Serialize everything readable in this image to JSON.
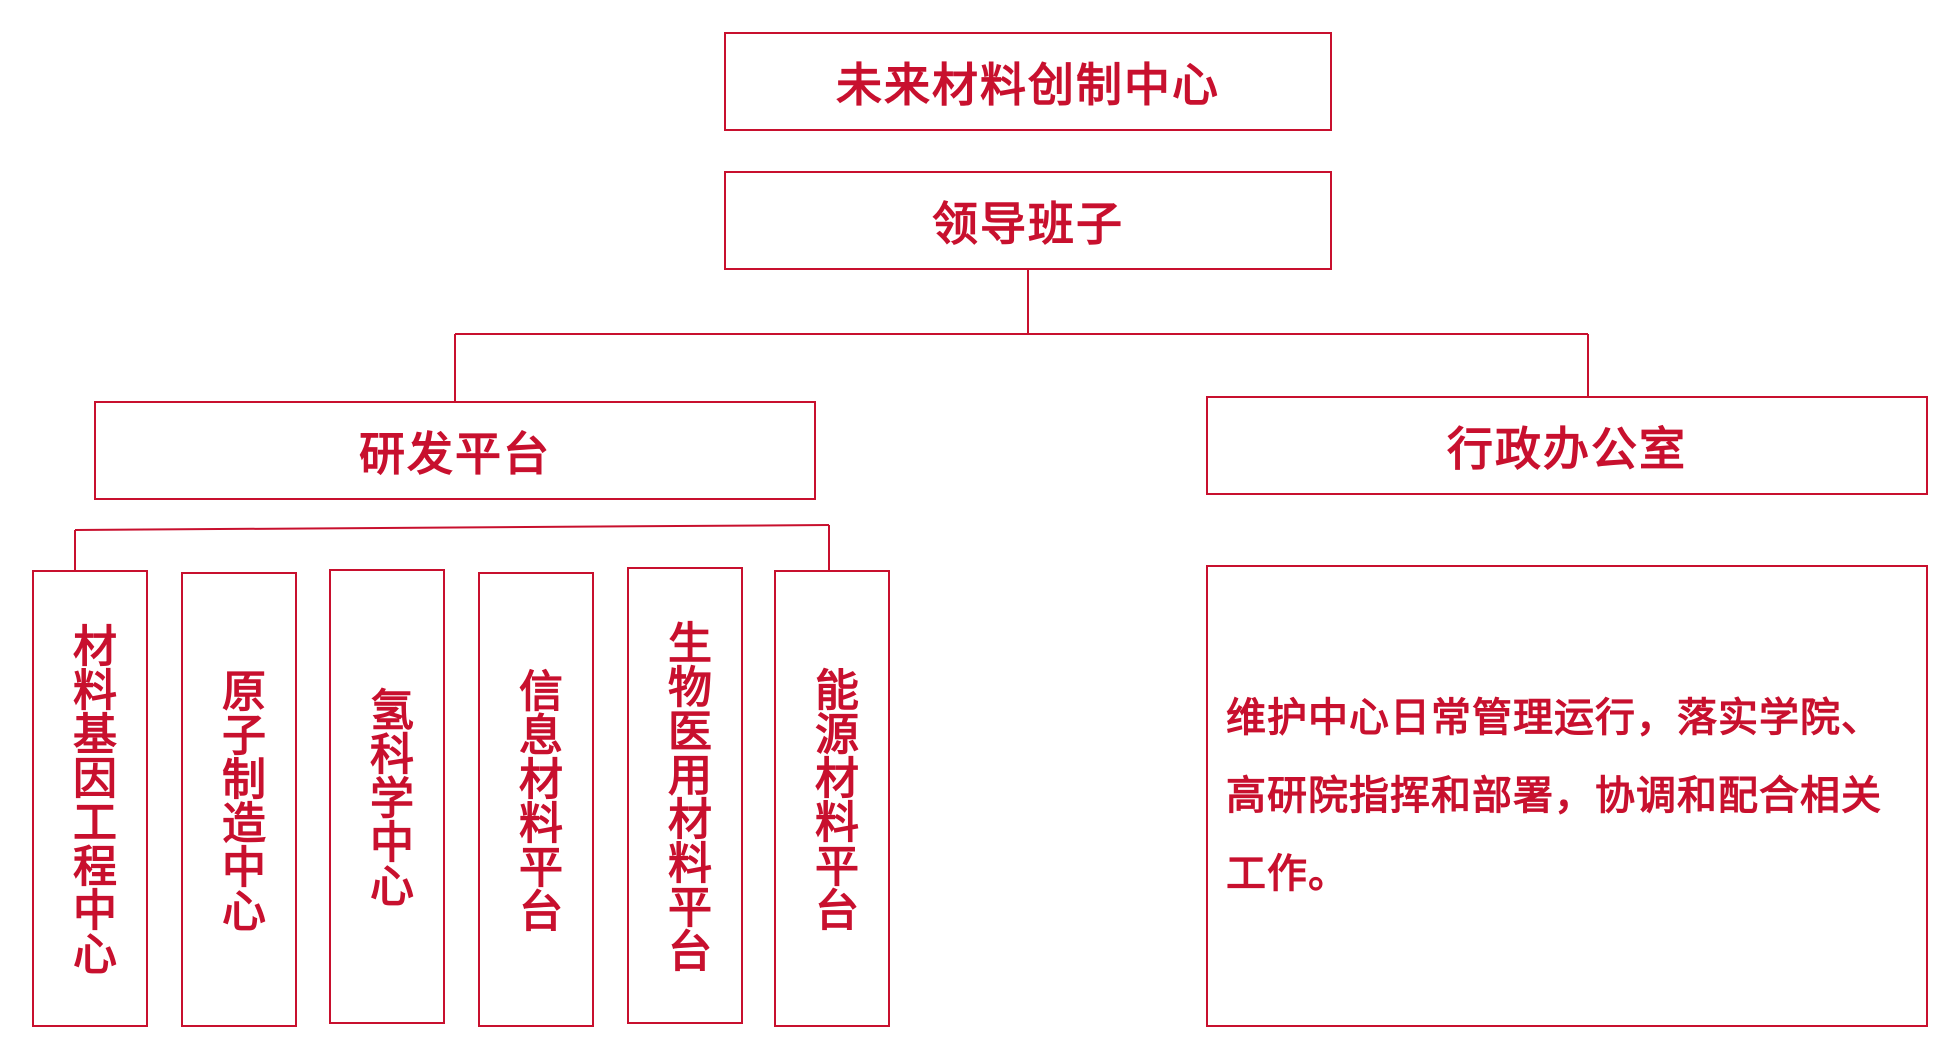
{
  "diagram": {
    "accent_color": "#c8102e",
    "nodes": {
      "center": "未来材料创制中心",
      "leadership": "领导班子",
      "rd_platform": "研发平台",
      "admin_office": "行政办公室",
      "sub_units": [
        "材料基因工程中心",
        "原子制造中心",
        "氢科学中心",
        "信息材料平台",
        "生物医用材料平台",
        "能源材料平台"
      ],
      "admin_description": "维护中心日常管理运行，落实学院、高研院指挥和部署，协调和配合相关工作。"
    }
  }
}
